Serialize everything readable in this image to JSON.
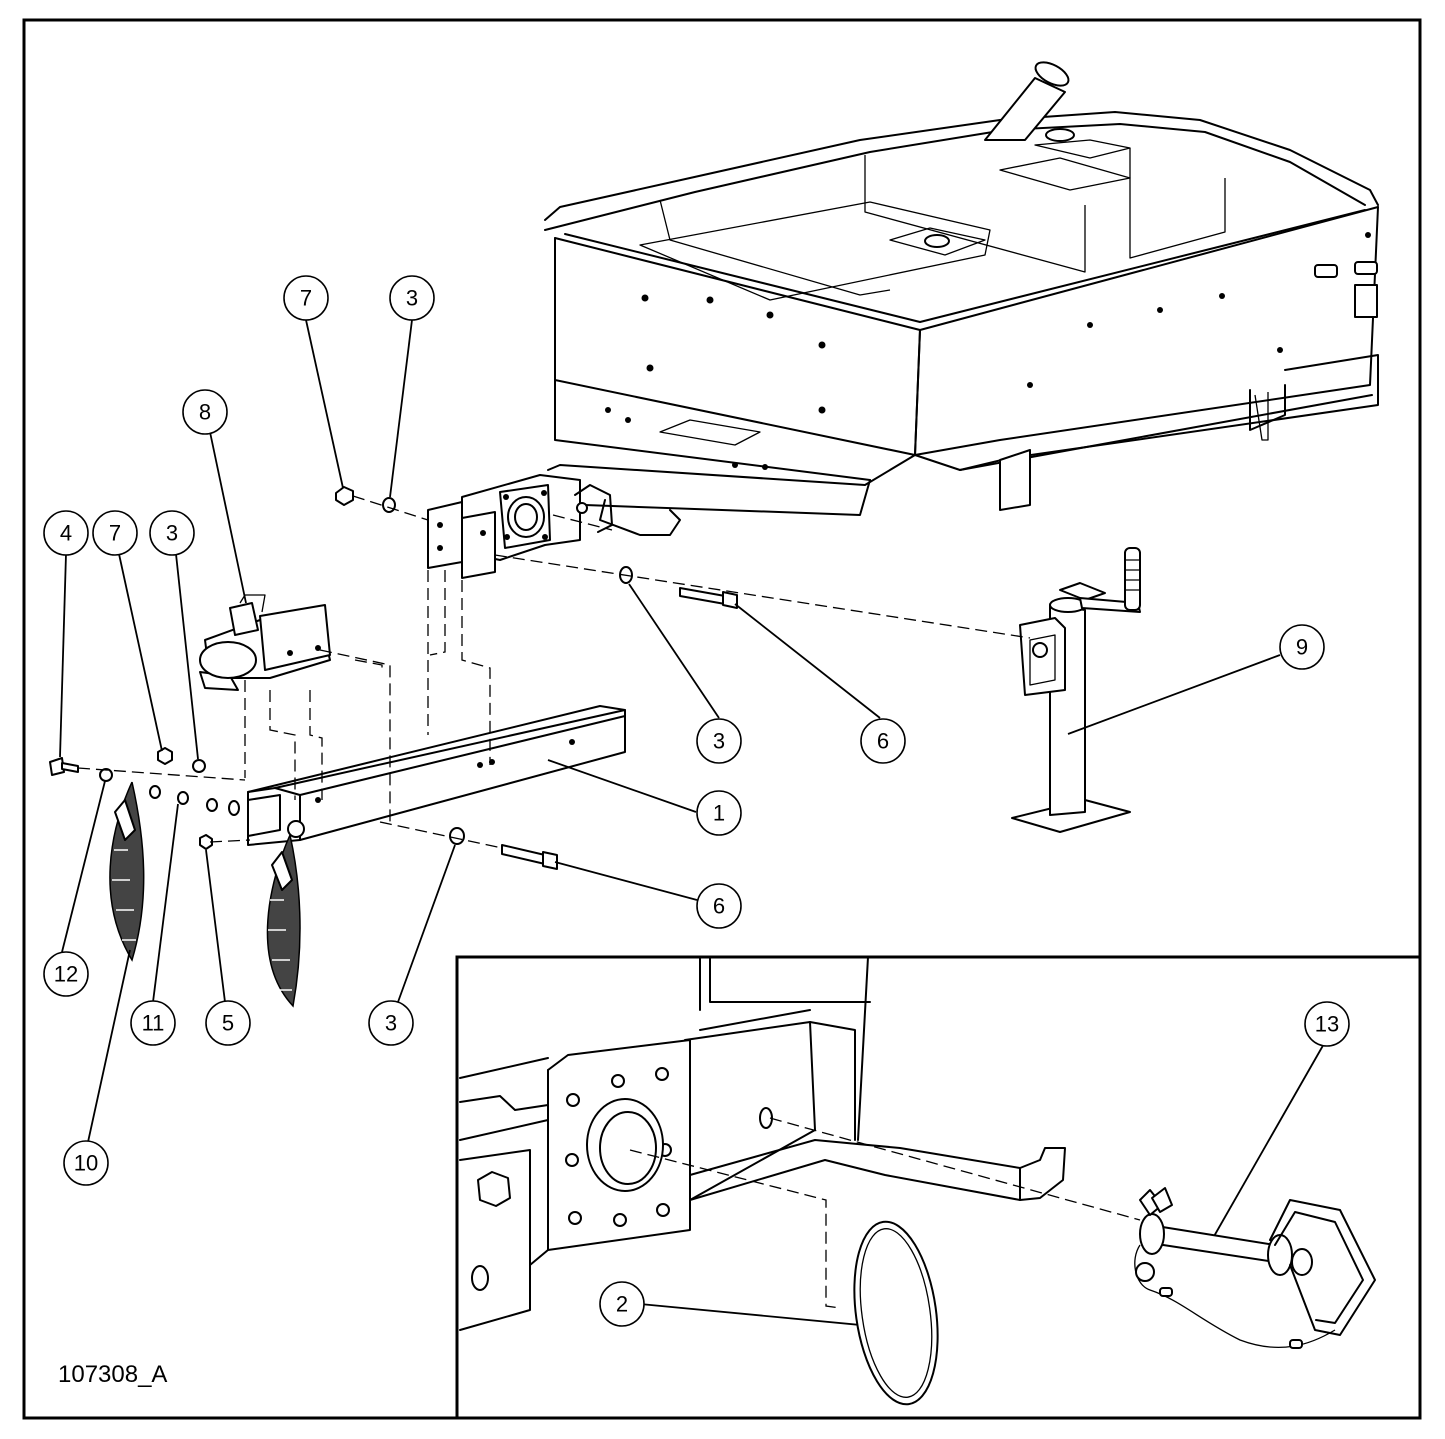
{
  "drawing_id": "107308_A",
  "callouts": [
    {
      "key": "c7a",
      "label": "7"
    },
    {
      "key": "c3a",
      "label": "3"
    },
    {
      "key": "c8",
      "label": "8"
    },
    {
      "key": "c4",
      "label": "4"
    },
    {
      "key": "c7b",
      "label": "7"
    },
    {
      "key": "c3b",
      "label": "3"
    },
    {
      "key": "c3c",
      "label": "3"
    },
    {
      "key": "c6a",
      "label": "6"
    },
    {
      "key": "c9",
      "label": "9"
    },
    {
      "key": "c1",
      "label": "1"
    },
    {
      "key": "c6b",
      "label": "6"
    },
    {
      "key": "c12",
      "label": "12"
    },
    {
      "key": "c11",
      "label": "11"
    },
    {
      "key": "c5",
      "label": "5"
    },
    {
      "key": "c3d",
      "label": "3"
    },
    {
      "key": "c10",
      "label": "10"
    },
    {
      "key": "c13",
      "label": "13"
    },
    {
      "key": "c2",
      "label": "2"
    }
  ]
}
